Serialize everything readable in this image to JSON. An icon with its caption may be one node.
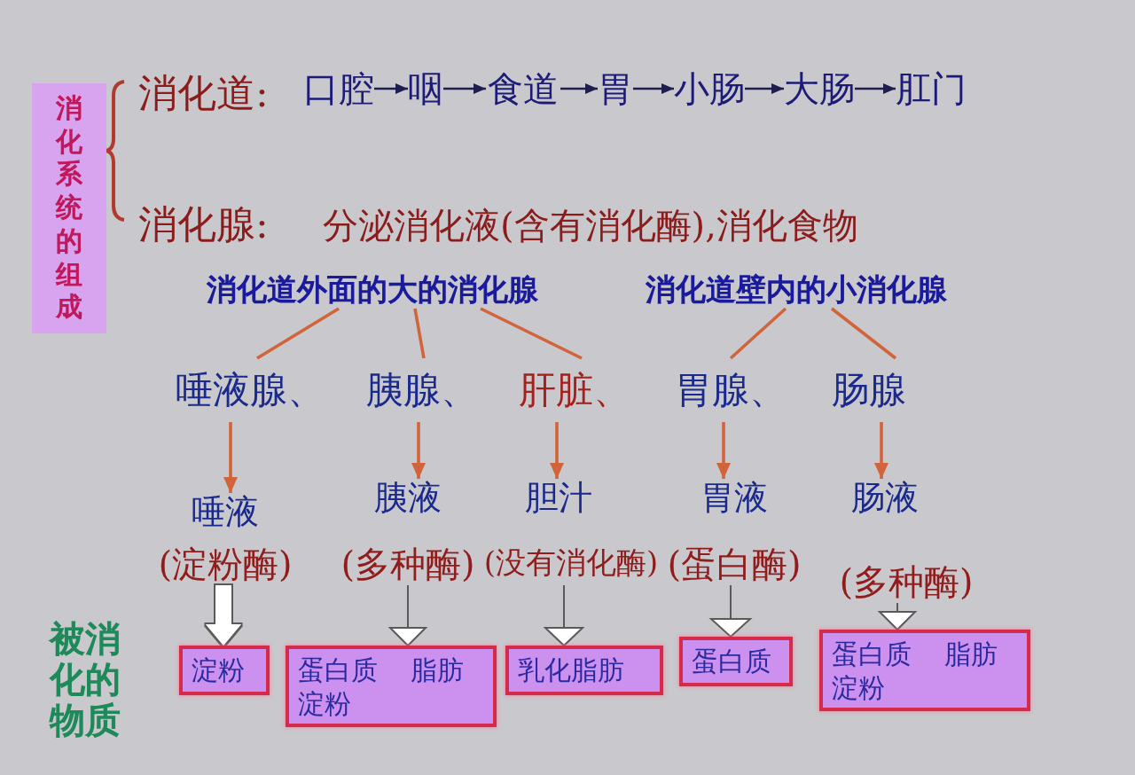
{
  "diagram": {
    "nodes": [
      {
        "text": [
          "消化系统的组成"
        ]
      },
      {
        "text": [
          "口腔"
        ]
      },
      {
        "text": [
          "咽"
        ]
      },
      {
        "text": [
          "食道"
        ]
      },
      {
        "text": [
          "胃"
        ]
      },
      {
        "text": [
          "小肠"
        ]
      },
      {
        "text": [
          "大肠"
        ]
      },
      {
        "text": [
          "肛门"
        ]
      },
      {
        "text": [
          "消化道外面的大的消化腺"
        ]
      },
      {
        "text": [
          "消化道壁内的小消化腺"
        ]
      },
      {
        "text": [
          "唾液腺、"
        ]
      },
      {
        "text": [
          "胰腺、"
        ]
      },
      {
        "text": [
          "肝脏、"
        ]
      },
      {
        "text": [
          "胃腺、"
        ]
      },
      {
        "text": [
          "肠腺"
        ]
      },
      {
        "text": [
          "唾液",
          "(淀粉酶)"
        ]
      },
      {
        "text": [
          "胰液",
          "(多种酶)"
        ]
      },
      {
        "text": [
          "胆汁",
          "(没有消化酶)"
        ]
      },
      {
        "text": [
          "胃液",
          "(蛋白酶)"
        ]
      },
      {
        "text": [
          "肠液",
          "(多种酶)"
        ]
      },
      {
        "text": [
          "淀粉"
        ]
      },
      {
        "text": [
          "蛋白质 脂肪淀粉"
        ]
      },
      {
        "text": [
          "乳化脂肪"
        ]
      },
      {
        "text": [
          "蛋白质"
        ]
      },
      {
        "text": [
          "蛋白质 脂肪淀粉"
        ]
      }
    ],
    "edges": [
      {
        "from": 1,
        "to": 2,
        "arrow": "to",
        "color": "#1e1e50"
      },
      {
        "from": 2,
        "to": 3,
        "arrow": "to",
        "color": "#1e1e50"
      },
      {
        "from": 3,
        "to": 4,
        "arrow": "to",
        "color": "#1e1e50"
      },
      {
        "from": 4,
        "to": 5,
        "arrow": "to",
        "color": "#1e1e50"
      },
      {
        "from": 5,
        "to": 6,
        "arrow": "to",
        "color": "#1e1e50"
      },
      {
        "from": 6,
        "to": 7,
        "arrow": "to",
        "color": "#1e1e50"
      },
      {
        "from": 8,
        "to": 10,
        "arrow": "none"
      },
      {
        "from": 8,
        "to": 11,
        "arrow": "none"
      },
      {
        "from": 8,
        "to": 12,
        "arrow": "none"
      },
      {
        "from": 9,
        "to": 13,
        "arrow": "none"
      },
      {
        "from": 9,
        "to": 14,
        "arrow": "none"
      },
      {
        "from": 10,
        "to": 15,
        "arrow": "to"
      },
      {
        "from": 11,
        "to": 16,
        "arrow": "to"
      },
      {
        "from": 12,
        "to": 17,
        "arrow": "to"
      },
      {
        "from": 13,
        "to": 18,
        "arrow": "to"
      },
      {
        "from": 14,
        "to": 19,
        "arrow": "to"
      },
      {
        "from": 15,
        "to": 20,
        "arrow": "to",
        "style": "thick",
        "color": "#ffffff"
      },
      {
        "from": 16,
        "to": 21,
        "arrow": "to",
        "color": "#5a5a5a"
      },
      {
        "from": 17,
        "to": 22,
        "arrow": "to",
        "color": "#5a5a5a"
      },
      {
        "from": 18,
        "to": 23,
        "arrow": "to",
        "color": "#5a5a5a"
      },
      {
        "from": 19,
        "to": 24,
        "arrow": "to",
        "color": "#5a5a5a"
      }
    ],
    "labels": [
      "消化道:",
      "消化腺:",
      "分泌消化液(含有消化酶),消化食物",
      "被消化的物质"
    ]
  }
}
